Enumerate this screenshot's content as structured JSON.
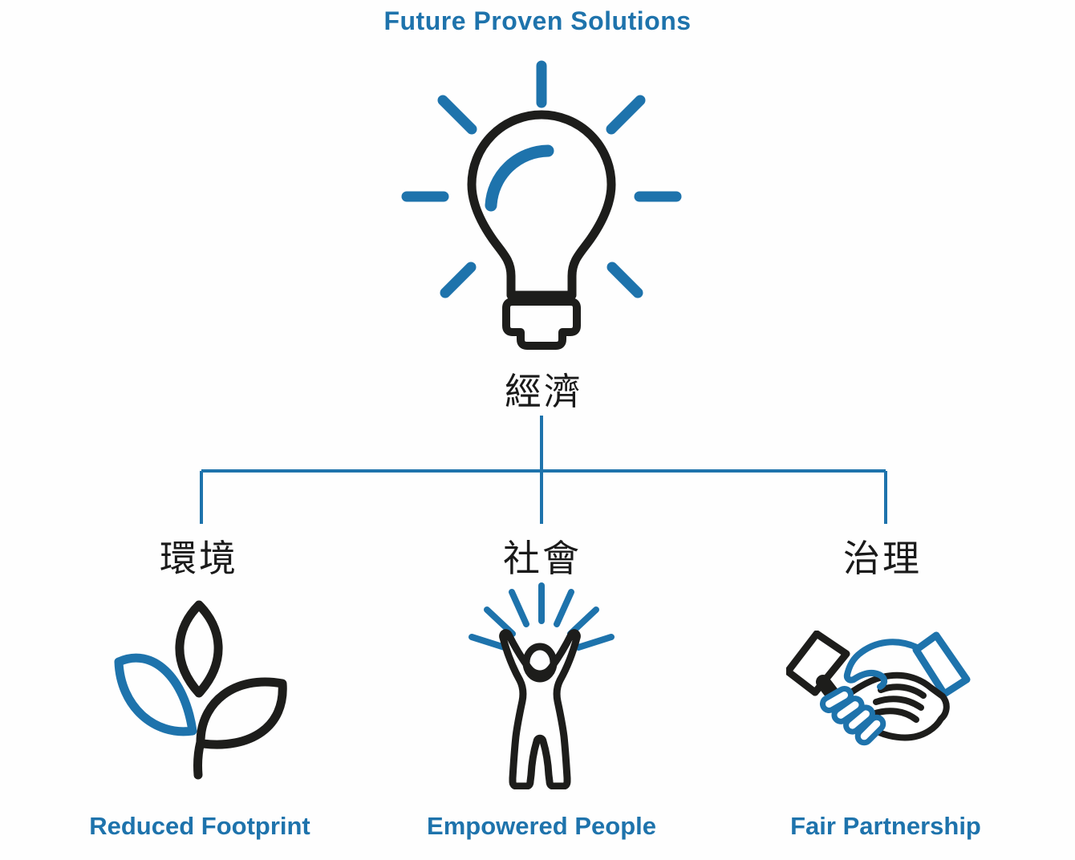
{
  "title": "Future Proven Solutions",
  "colors": {
    "accent_blue": "#1e73ac",
    "line_black": "#1d1d1b",
    "background": "#ffffff"
  },
  "root": {
    "label": "經濟",
    "icon": "lightbulb-idea-icon"
  },
  "branches": [
    {
      "label": "環境",
      "icon": "sprout-leaves-icon",
      "caption": "Reduced Footprint"
    },
    {
      "label": "社會",
      "icon": "empowered-person-icon",
      "caption": "Empowered People"
    },
    {
      "label": "治理",
      "icon": "handshake-icon",
      "caption": "Fair Partnership"
    }
  ]
}
